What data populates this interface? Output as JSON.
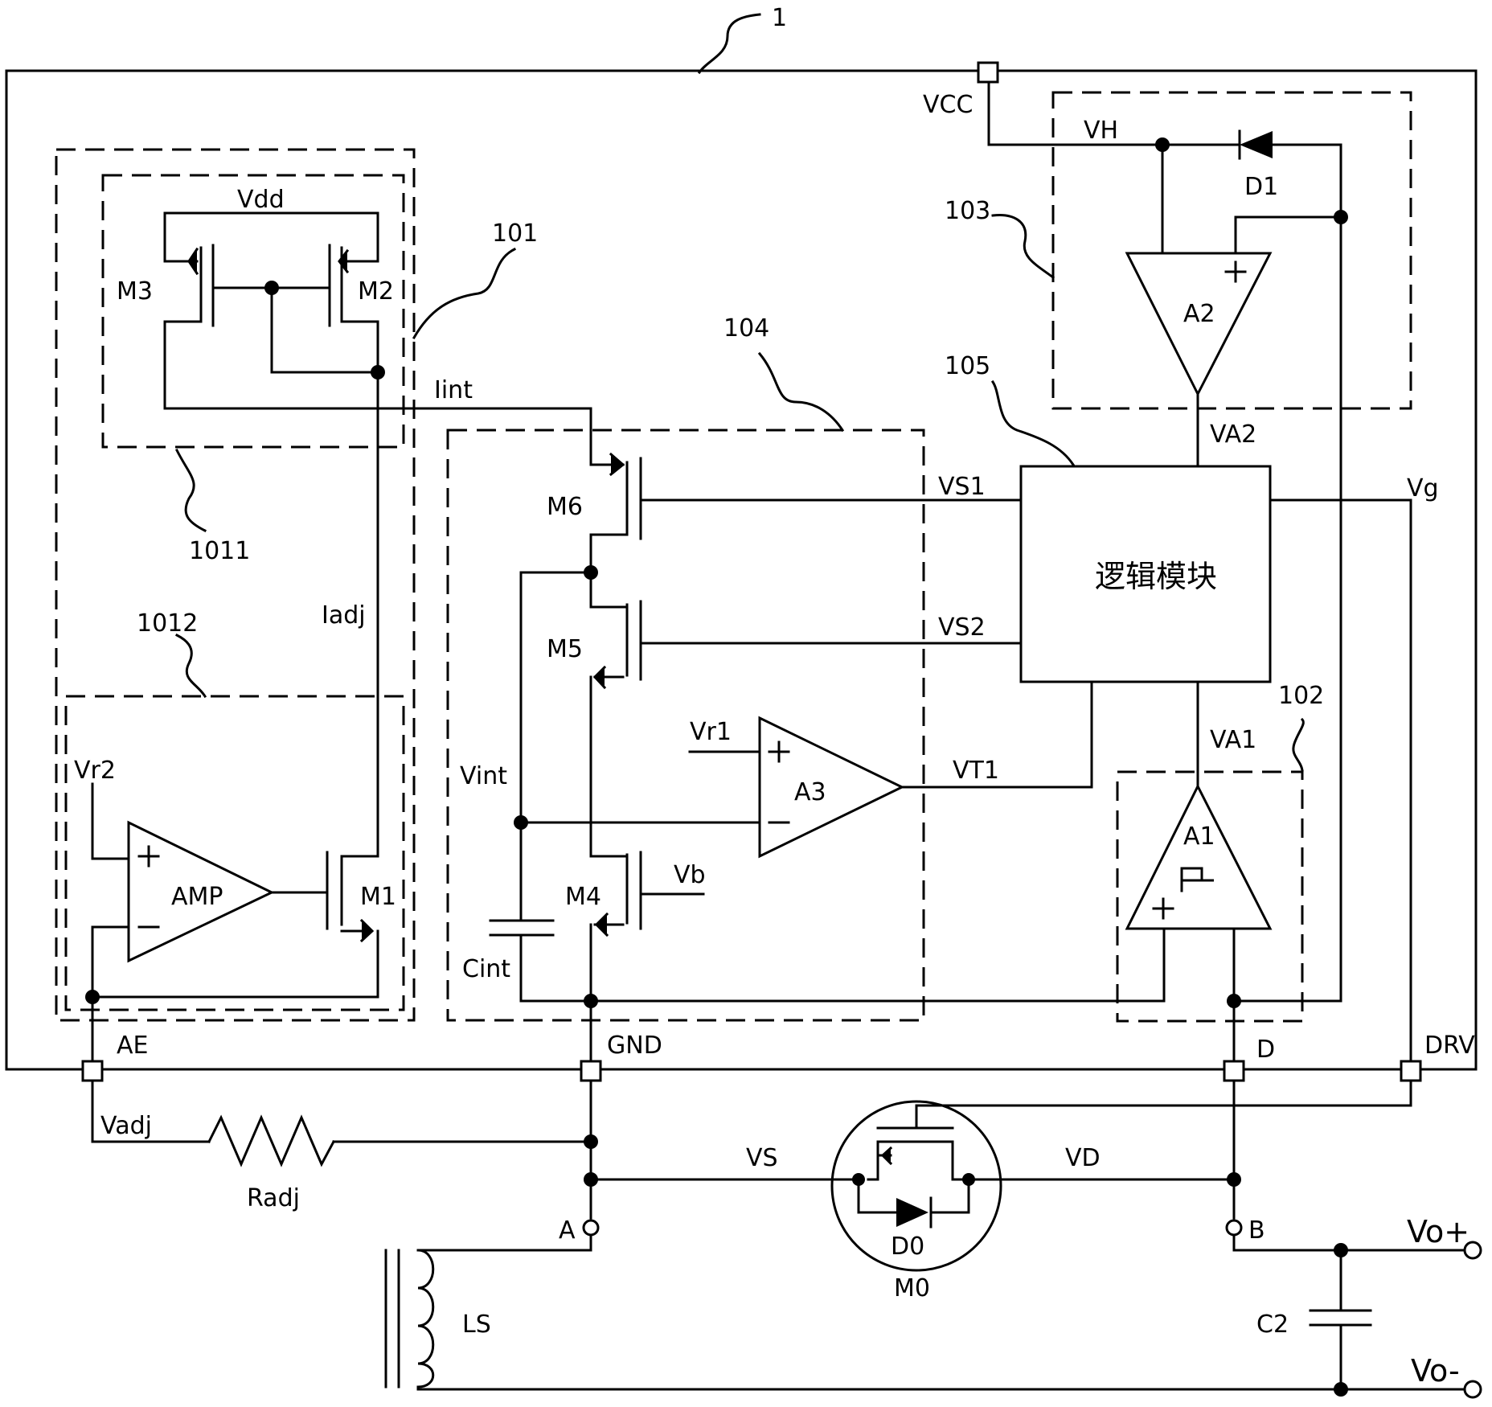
{
  "refs": {
    "r1": "1",
    "r101": "101",
    "r1011": "1011",
    "r1012": "1012",
    "r102": "102",
    "r103": "103",
    "r104": "104",
    "r105": "105"
  },
  "pins": {
    "vcc": "VCC",
    "ae": "AE",
    "gnd": "GND",
    "d": "D",
    "drv": "DRV",
    "a": "A",
    "b": "B",
    "vo_plus": "Vo+",
    "vo_minus": "Vo-"
  },
  "signals": {
    "vdd": "Vdd",
    "iint": "Iint",
    "iadj": "Iadj",
    "vr2": "Vr2",
    "vr1": "Vr1",
    "vint": "Vint",
    "vb": "Vb",
    "cint": "Cint",
    "vs1": "VS1",
    "vs2": "VS2",
    "vt1": "VT1",
    "vh": "VH",
    "va2": "VA2",
    "va1": "VA1",
    "vg": "Vg",
    "vadj": "Vadj",
    "vs": "VS",
    "vd": "VD"
  },
  "components": {
    "m1": "M1",
    "m2": "M2",
    "m3": "M3",
    "m4": "M4",
    "m5": "M5",
    "m6": "M6",
    "m0": "M0",
    "d0": "D0",
    "d1": "D1",
    "a1": "A1",
    "a2": "A2",
    "a3": "A3",
    "amp": "AMP",
    "radj": "Radj",
    "ls": "LS",
    "c2": "C2",
    "logic": "逻辑模块"
  }
}
